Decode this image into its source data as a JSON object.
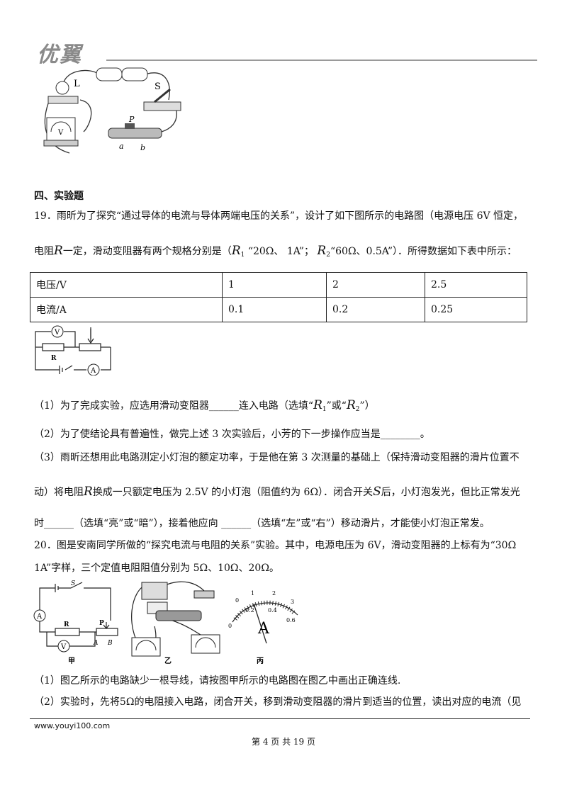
{
  "header": {
    "logo": "优翼"
  },
  "section4": {
    "title": "四、实验题"
  },
  "q19": {
    "line1": "19．雨昕为了探究“通过导体的电流与导体两端电压的关系”，设计了如下图所示的电路图（电源电压 6V 恒定，",
    "line2_a": "电阻",
    "R": "R",
    "line2_b": "一定，滑动变阻器有两个规格分别是（",
    "R1": "R",
    "R1_sub": "1",
    "spec1": "“20Ω、 1A”；",
    "R2": "R",
    "R2_sub": "2",
    "spec2": "“60Ω、0.5A”）．所得数据如下表中所示：",
    "table": {
      "rows": [
        [
          "电压/V",
          "1",
          "2",
          "2.5"
        ],
        [
          "电流/A",
          "0.1",
          "0.2",
          "0.25"
        ]
      ]
    },
    "circuit": {
      "V": "V",
      "R": "R",
      "A": "A"
    },
    "p1_a": "（1）为了完成实验，应选用滑动变阻器______连入电路（选填“",
    "p1_r1": "R",
    "p1_r1_sub": "1",
    "p1_mid": "”或“",
    "p1_r2": "R",
    "p1_r2_sub": "2",
    "p1_end": "”）",
    "p2": "（2）为了使结论具有普遍性，做完上述 3 次实验后，小芳的下一步操作应当是________。",
    "p3_line1": "（3）雨昕还想用此电路测定小灯泡的额定功率，于是他在第 3 次测量的基础上（保持滑动变阻器的滑片位置不",
    "p3_a": "动）将电阻",
    "p3_R": "R",
    "p3_b": "换成一只额定电压为 2.5V 的小灯泡（阻值约为 6Ω）．闭合开关",
    "p3_S": "S",
    "p3_c": "后，小灯泡发光，但比正常发光",
    "p3_line3": "时______（选填“亮”或“暗”），接着他应向 ______（选填“左”或“右”）移动滑片，才能使小灯泡正常发。"
  },
  "q20": {
    "line1": "20．图是安南同学所做的“探究电流与电阻的关系”实验。其中，电源电压为 6V，滑动变阻器的上标有为“30Ω",
    "line2": "1A”字样，三个定值电阻阻值分别为 5Ω、10Ω、20Ω。",
    "fig_labels": {
      "jia": "甲",
      "yi": "乙",
      "bing": "丙"
    },
    "circuit": {
      "S": "S",
      "A": "A",
      "R": "R",
      "P": "P",
      "Aend": "A",
      "B": "B",
      "V": "V"
    },
    "ammeter": {
      "A": "A",
      "t0": "0",
      "t1": "1",
      "t2": "2",
      "t3": "3",
      "s0": "0",
      "s02": "0.2",
      "s04": "0.4",
      "s06": "0.6"
    },
    "p1": "（1）图乙所示的电路缺少一根导线，请按图甲所示的电路图在图乙中画出正确连线.",
    "p2_a": "（2）实验时，先将",
    "p2_ohm": "5Ω",
    "p2_b": "的电阻接入电路，闭合开关，移到滑动变阻器的滑片到适当的位置，读出对应的电流（见"
  },
  "top_figure": {
    "L": "L",
    "S": "S",
    "P": "P",
    "a": "a",
    "b": "b",
    "V": "V"
  },
  "footer": {
    "url": "www.youyi100.com",
    "page": "第 4 页 共 19 页"
  }
}
